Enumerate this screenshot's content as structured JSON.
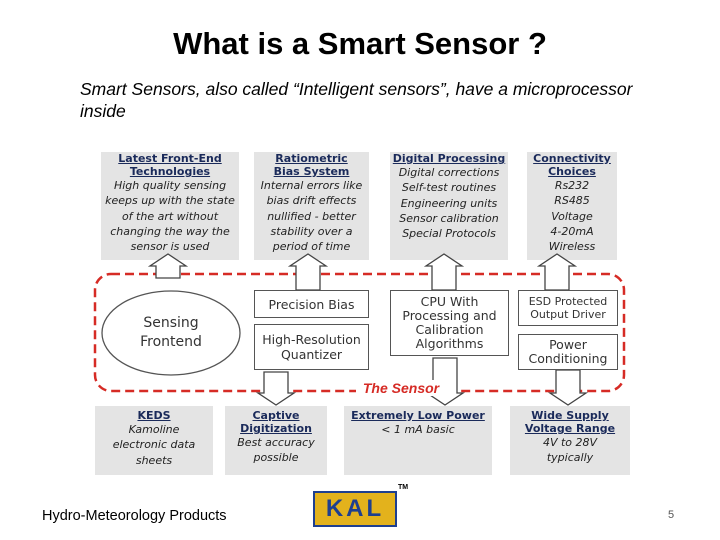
{
  "title": "What is a Smart Sensor ?",
  "subtitle": "Smart Sensors, also called “Intelligent sensors”, have a microprocessor inside",
  "top_panels": [
    {
      "heading": "Latest Front-End\nTechnologies",
      "lines": [
        "High quality sensing",
        "keeps up with the state",
        "of the art without",
        "changing the way the",
        "sensor is used"
      ]
    },
    {
      "heading": "Ratiometric\nBias System",
      "lines": [
        "Internal errors like",
        "bias drift effects",
        "nullified - better",
        "stability over a",
        "period of time"
      ]
    },
    {
      "heading": "Digital Processing",
      "lines": [
        "Digital corrections",
        "Self-test routines",
        "Engineering units",
        "Sensor calibration",
        "Special Protocols"
      ]
    },
    {
      "heading": "Connectivity\nChoices",
      "lines": [
        "Rs232",
        "RS485",
        "Voltage",
        "4-20mA",
        "Wireless"
      ]
    }
  ],
  "sensor": {
    "label": "The Sensor",
    "sensing_frontend": "Sensing\nFrontend",
    "precision_bias": "Precision Bias",
    "high_res_quantizer": "High-Resolution\nQuantizer",
    "cpu": "CPU With\nProcessing and\nCalibration\nAlgorithms",
    "esd_driver": "ESD Protected\nOutput Driver",
    "power_conditioning": "Power\nConditioning"
  },
  "bottom_panels": [
    {
      "heading": "KEDS",
      "lines": [
        "Kamoline",
        "electronic data",
        "sheets"
      ]
    },
    {
      "heading": "Captive\nDigitization",
      "lines": [
        "Best accuracy",
        "possible"
      ]
    },
    {
      "heading": "Extremely Low Power",
      "lines": [
        "< 1 mA basic"
      ]
    },
    {
      "heading": "Wide Supply\nVoltage Range",
      "lines": [
        "4V to 28V",
        "typically"
      ]
    }
  ],
  "footer": {
    "left_text": "Hydro-Meteorology Products",
    "logo_text": "KAL",
    "trademark": "TM",
    "page_number": "5"
  },
  "colors": {
    "panel_bg": "#e4e4e4",
    "dashed_border": "#d62b25",
    "heading_text": "#1a2a5a",
    "logo_blue": "#1e3f8f",
    "logo_gold": "#e3b21c"
  }
}
